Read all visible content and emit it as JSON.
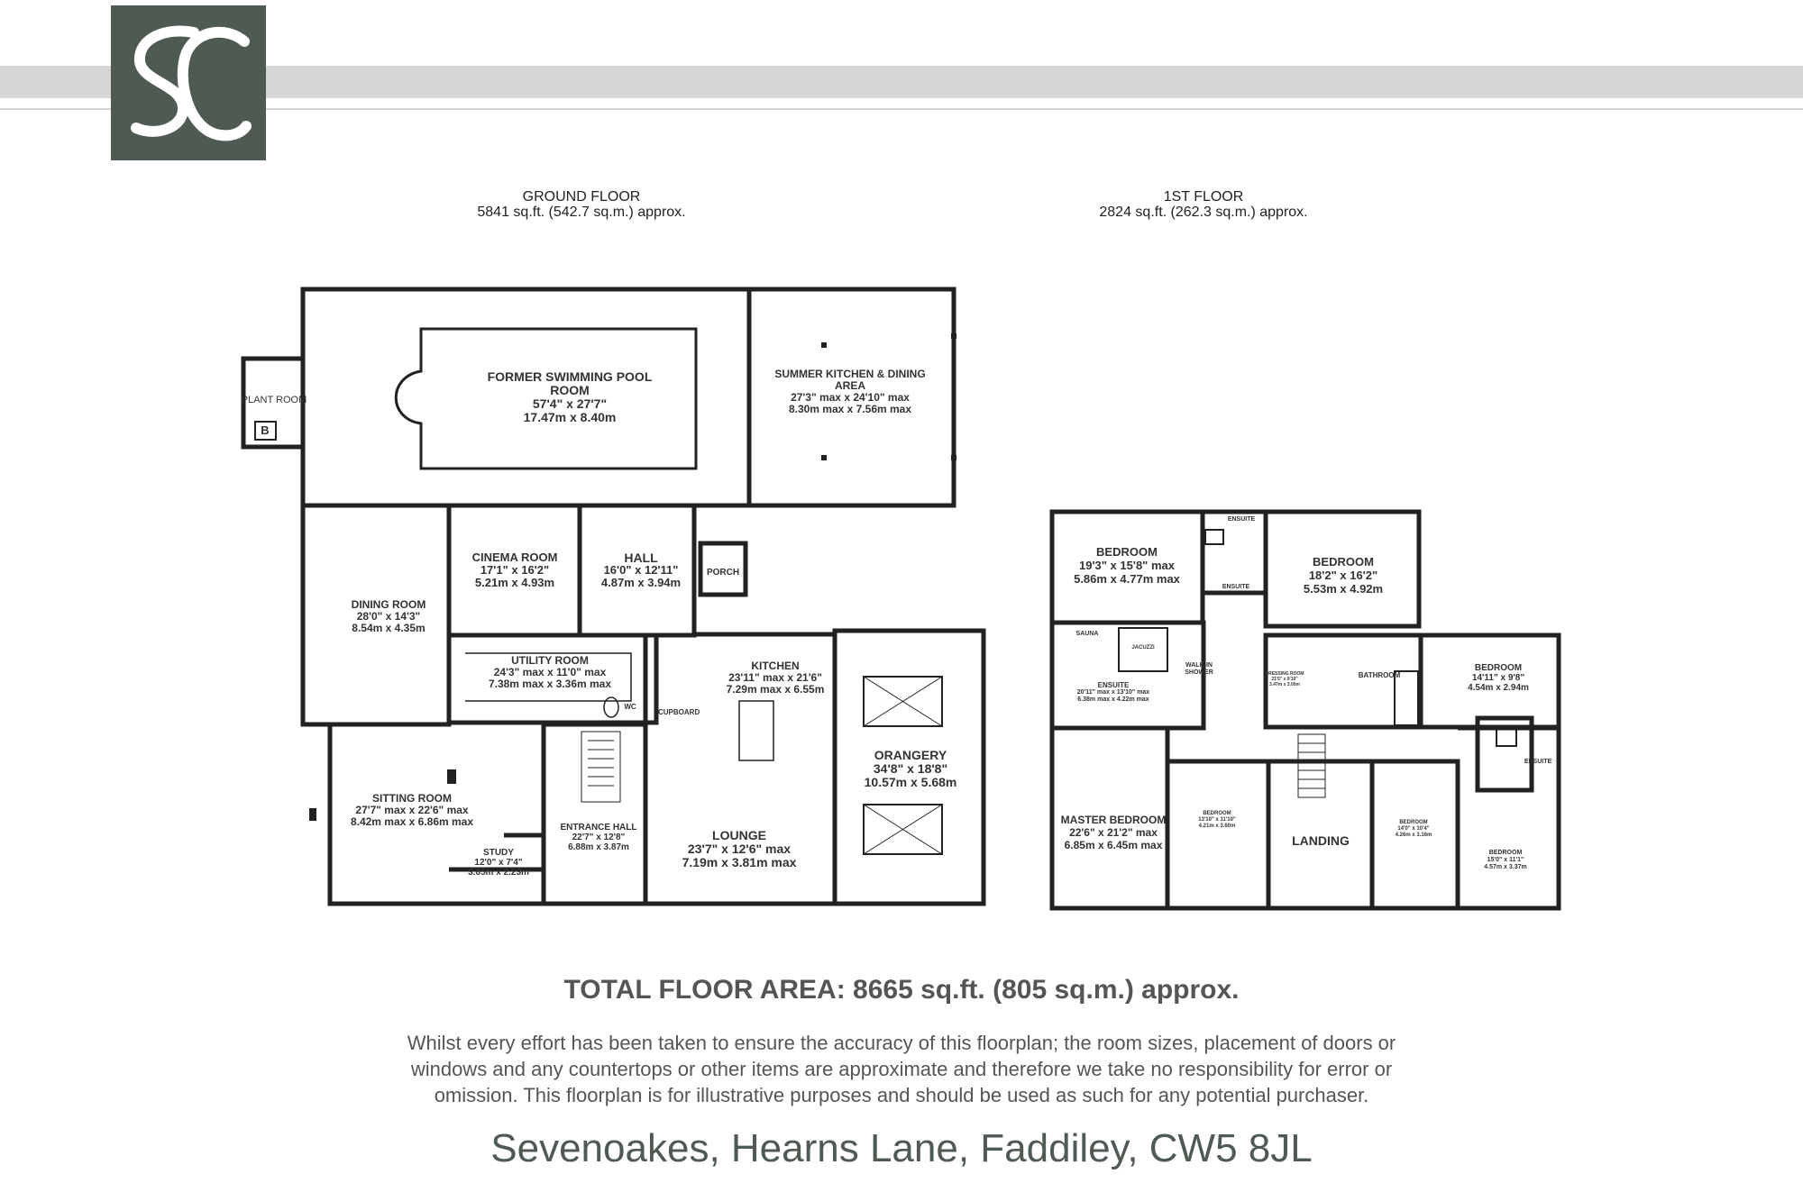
{
  "logo": {
    "text": "SC",
    "bg_color": "#4e5a52"
  },
  "ground_floor": {
    "title": "GROUND FLOOR",
    "area": "5841 sq.ft. (542.7 sq.m.) approx.",
    "rooms": {
      "pool": [
        "FORMER SWIMMING POOL",
        "ROOM",
        "57'4\" x 27'7\"",
        "17.47m x 8.40m"
      ],
      "plant": [
        "PLANT ROOM"
      ],
      "boiler": [
        "B"
      ],
      "summer": [
        "SUMMER KITCHEN & DINING",
        "AREA",
        "27'3\" max x 24'10\" max",
        "8.30m max x 7.56m max"
      ],
      "cinema": [
        "CINEMA ROOM",
        "17'1\" x 16'2\"",
        "5.21m x 4.93m"
      ],
      "hall": [
        "HALL",
        "16'0\" x 12'11\"",
        "4.87m x 3.94m"
      ],
      "porch": [
        "PORCH"
      ],
      "dining": [
        "DINING ROOM",
        "28'0\" x 14'3\"",
        "8.54m x 4.35m"
      ],
      "utility": [
        "UTILITY ROOM",
        "24'3\" max x 11'0\" max",
        "7.38m max x 3.36m max"
      ],
      "wc": [
        "WC"
      ],
      "cupboard": [
        "CUPBOARD"
      ],
      "kitchen": [
        "KITCHEN",
        "23'11\" max x 21'6\"",
        "7.29m max x 6.55m"
      ],
      "orangery": [
        "ORANGERY",
        "34'8\" x 18'8\"",
        "10.57m x 5.68m"
      ],
      "sitting": [
        "SITTING ROOM",
        "27'7\" max x 22'6\" max",
        "8.42m max x 6.86m max"
      ],
      "study": [
        "STUDY",
        "12'0\" x 7'4\"",
        "3.65m x 2.23m"
      ],
      "entrance": [
        "ENTRANCE HALL",
        "22'7\" x 12'8\"",
        "6.88m x 3.87m"
      ],
      "lounge": [
        "LOUNGE",
        "23'7\" x 12'6\" max",
        "7.19m x 3.81m max"
      ]
    }
  },
  "first_floor": {
    "title": "1ST FLOOR",
    "area": "2824 sq.ft. (262.3 sq.m.) approx.",
    "rooms": {
      "bed1": [
        "BEDROOM",
        "19'3\" x 15'8\" max",
        "5.86m x 4.77m max"
      ],
      "bed2": [
        "BEDROOM",
        "18'2\" x 16'2\"",
        "5.53m x 4.92m"
      ],
      "ensuite_top": [
        "ENSUITE"
      ],
      "ensuite_top2": [
        "ENSUITE"
      ],
      "sauna": [
        "SAUNA"
      ],
      "jacuzzi": [
        "JACUZZI"
      ],
      "master_ensuite": [
        "ENSUITE",
        "20'11\" max x 13'10\" max",
        "6.38m max x 4.22m max"
      ],
      "walkin": [
        "WALK-IN",
        "SHOWER"
      ],
      "dressing": [
        "DRESSING ROOM",
        "21'5\" x 9'10\"",
        "3.47m x 3.00m"
      ],
      "bathroom": [
        "BATHROOM"
      ],
      "bed3": [
        "BEDROOM",
        "14'11\" x 9'8\"",
        "4.54m x 2.94m"
      ],
      "ensuite_right": [
        "ENSUITE"
      ],
      "master": [
        "MASTER BEDROOM",
        "22'6\" x 21'2\" max",
        "6.85m x 6.45m max"
      ],
      "bed4": [
        "BEDROOM",
        "13'10\" x 11'10\"",
        "4.21m x 3.60m"
      ],
      "landing": [
        "LANDING"
      ],
      "bed5": [
        "BEDROOM",
        "14'0\" x 10'4\"",
        "4.26m x 3.16m"
      ],
      "bed6": [
        "BEDROOM",
        "15'0\" x 11'1\"",
        "4.57m x 3.37m"
      ]
    }
  },
  "total_area": "TOTAL FLOOR AREA: 8665 sq.ft. (805 sq.m.) approx.",
  "disclaimer": [
    "Whilst every effort has been taken to ensure the accuracy of this floorplan; the room sizes, placement of doors or",
    "windows and any countertops or other items are approximate and therefore we take no responsibility for error or",
    "omission. This floorplan is for illustrative purposes and should be used as such for any potential purchaser."
  ],
  "address": "Sevenoakes, Hearns Lane, Faddiley, CW5 8JL"
}
